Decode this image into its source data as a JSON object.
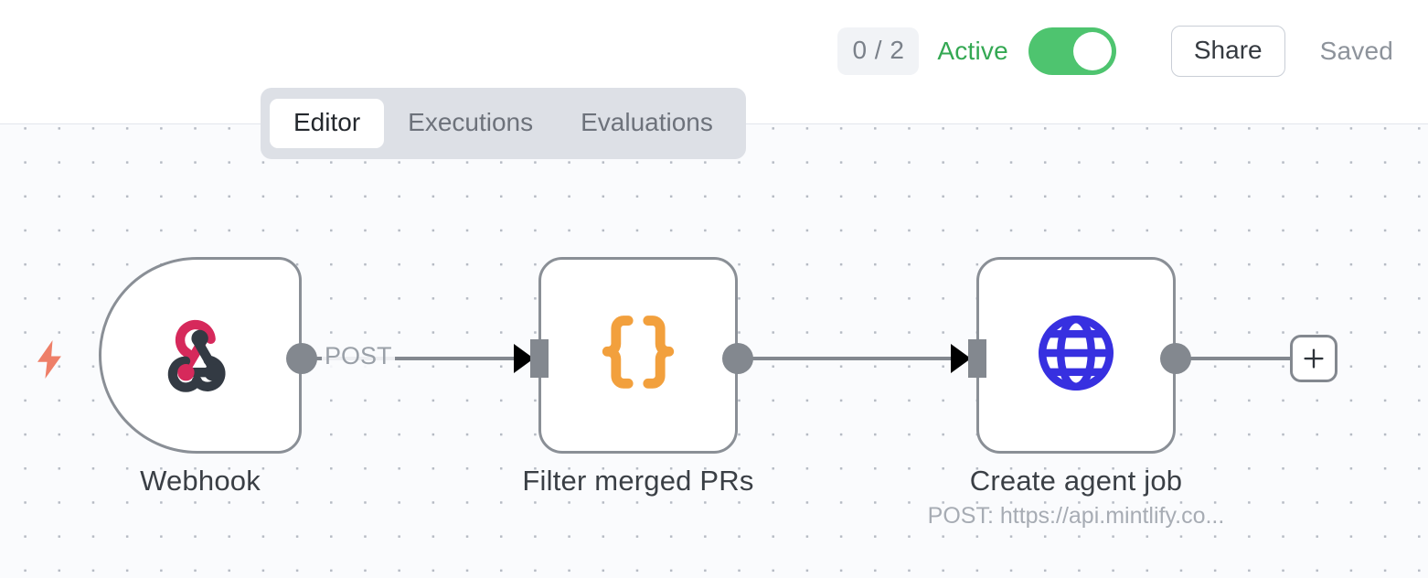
{
  "header": {
    "run_counter": "0 / 2",
    "status_label": "Active",
    "toggle_on": true,
    "share_label": "Share",
    "saved_label": "Saved",
    "toggle_color": "#4ec46f",
    "status_color": "#34a853"
  },
  "tabs": [
    {
      "label": "Editor",
      "active": true
    },
    {
      "label": "Executions",
      "active": false
    },
    {
      "label": "Evaluations",
      "active": false
    }
  ],
  "canvas": {
    "background": "#fafbfd",
    "dot_color": "#b6bbc4",
    "trigger_bolt_color": "#ee7f68"
  },
  "nodes": [
    {
      "id": "webhook",
      "type": "trigger",
      "label": "Webhook",
      "sublabel": "",
      "icon": "webhook-icon",
      "icon_colors": [
        "#d6295b",
        "#333a43"
      ]
    },
    {
      "id": "filter",
      "type": "code",
      "label": "Filter merged PRs",
      "sublabel": "",
      "icon": "curly-braces-icon",
      "icon_colors": [
        "#f2a03d"
      ]
    },
    {
      "id": "http",
      "type": "http-request",
      "label": "Create agent job",
      "sublabel": "POST: https://api.mintlify.co...",
      "icon": "globe-icon",
      "icon_colors": [
        "#3730e0"
      ]
    }
  ],
  "edges": [
    {
      "from": "webhook",
      "to": "filter",
      "label": "POST"
    },
    {
      "from": "filter",
      "to": "http",
      "label": ""
    }
  ],
  "add_button": {
    "icon": "plus-icon",
    "label": "+"
  }
}
